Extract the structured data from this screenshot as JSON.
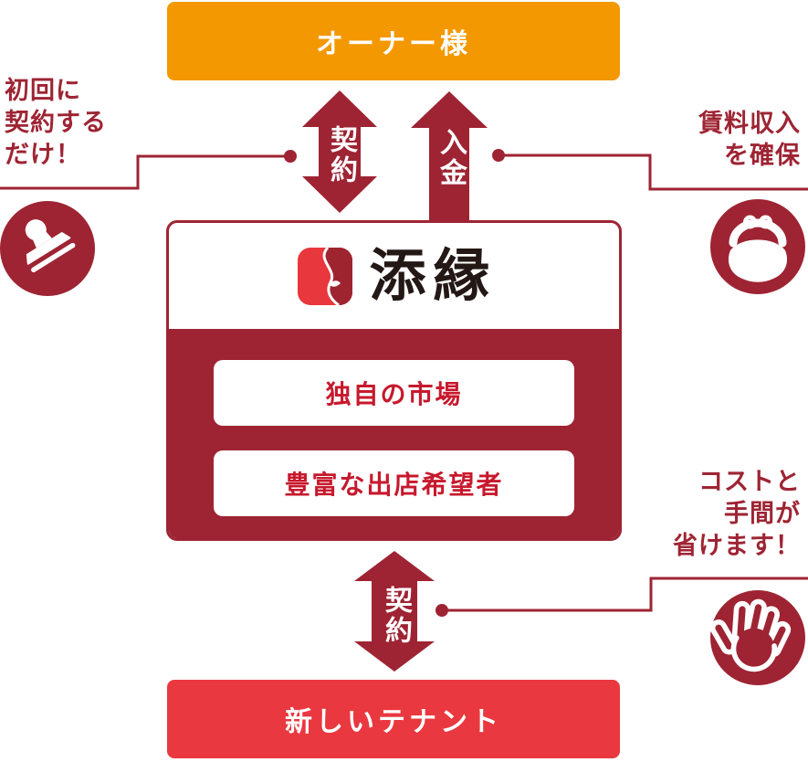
{
  "diagram": {
    "owner": {
      "label": "オーナー様"
    },
    "tenant": {
      "label": "新しいテナント"
    },
    "center": {
      "brand": "添縁",
      "pills": [
        {
          "label": "独自の市場"
        },
        {
          "label": "豊富な出店希望者"
        }
      ]
    },
    "arrows": {
      "contract_top": "契約",
      "payment": "入金",
      "contract_bottom": "契約"
    },
    "annotations": {
      "left": {
        "text": "初回に\n契約する\nだけ！",
        "icon": "stamp-icon"
      },
      "right_top": {
        "text": "賃料収入\nを確保",
        "icon": "purse-icon"
      },
      "right_bottom": {
        "text": "コストと\n手間が\n省けます！",
        "icon": "hand-icon"
      }
    },
    "colors": {
      "orange": "#F39800",
      "dark_red": "#9E2433",
      "bright_red": "#E9383F",
      "pill_text_red": "#C7192D",
      "logo_red_light": "#E8373D",
      "logo_red_dark": "#9E2430",
      "ink_black": "#231815"
    }
  }
}
